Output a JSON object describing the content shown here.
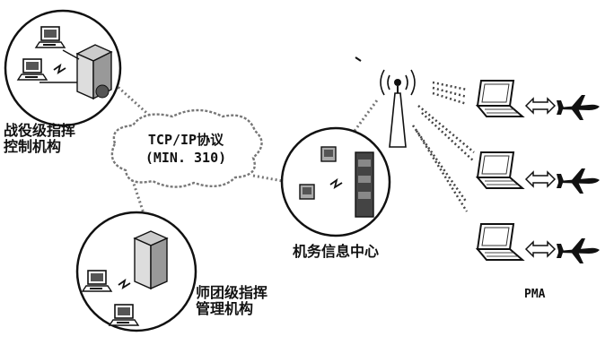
{
  "nodes": {
    "campaign_command": {
      "line1": "战役级指挥",
      "line2": "控制机构"
    },
    "division_command": {
      "line1": "师团级指挥",
      "line2": "管理机构"
    },
    "maintenance_center": {
      "label": "机务信息中心"
    },
    "pma": {
      "label": "PMA"
    }
  },
  "network": {
    "line1": "TCP/IP协议",
    "line2": "(MIN. 310)"
  },
  "icons": [
    "computer-icon",
    "server-icon",
    "antenna-tower-icon",
    "laptop-icon",
    "airplane-icon",
    "double-arrow-icon",
    "wireless-link-icon"
  ]
}
